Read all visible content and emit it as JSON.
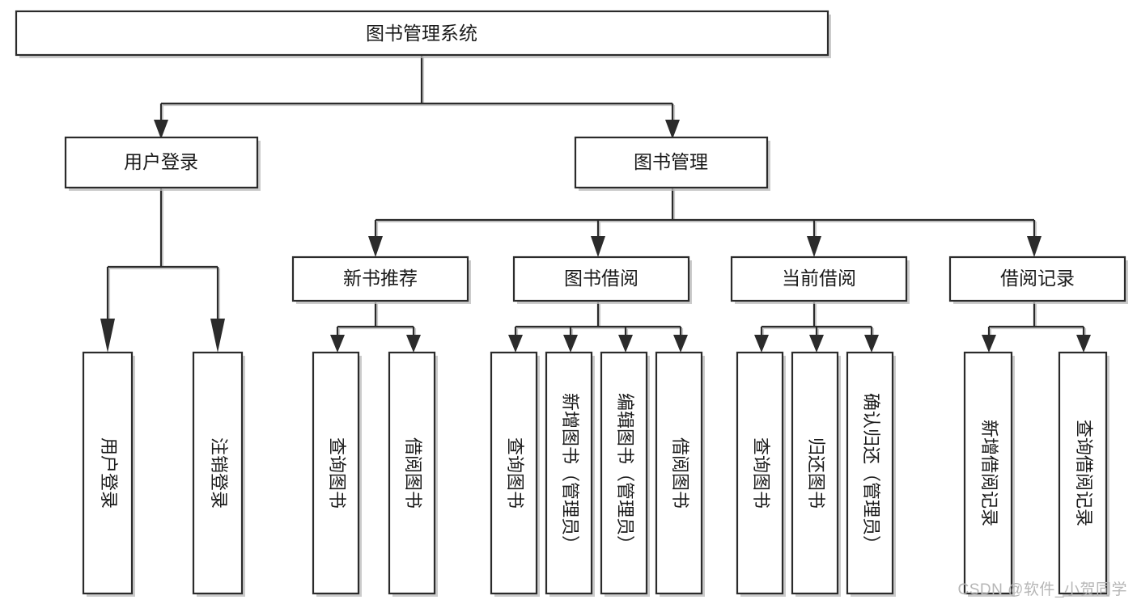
{
  "diagram": {
    "type": "tree",
    "title": "图书管理系统",
    "watermark": "CSDN @软件_小贺同学",
    "colors": {
      "box_stroke": "#2b2b2b",
      "box_fill": "#ffffff",
      "connector": "#2b2b2b",
      "shadow": "#b9b9b9",
      "text": "#1a1a1a",
      "watermark": "#b6b6b6",
      "background": "#ffffff"
    },
    "levels": {
      "root": {
        "label": "图书管理系统"
      },
      "level2": [
        {
          "label": "用户登录"
        },
        {
          "label": "图书管理"
        }
      ],
      "level3": [
        {
          "label": "新书推荐"
        },
        {
          "label": "图书借阅"
        },
        {
          "label": "当前借阅"
        },
        {
          "label": "借阅记录"
        }
      ],
      "leaves": {
        "user_login": [
          {
            "label": "用户登录"
          },
          {
            "label": "注销登录"
          }
        ],
        "new_book_recommend": [
          {
            "label": "查询图书"
          },
          {
            "label": "借阅图书"
          }
        ],
        "book_borrow": [
          {
            "label": "查询图书"
          },
          {
            "label": "新增图书（管理员）"
          },
          {
            "label": "编辑图书（管理员）"
          },
          {
            "label": "借阅图书"
          }
        ],
        "current_borrow": [
          {
            "label": "查询图书"
          },
          {
            "label": "归还图书"
          },
          {
            "label": "确认归还（管理员）"
          }
        ],
        "borrow_record": [
          {
            "label": "新增借阅记录"
          },
          {
            "label": "查询借阅记录"
          }
        ]
      }
    }
  }
}
